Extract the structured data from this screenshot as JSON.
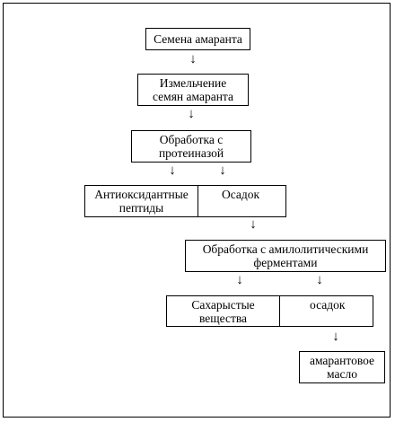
{
  "diagram": {
    "step1": "Семена амаранта",
    "step2": "Измельчение\nсемян амаранта",
    "step3": "Обработка с\nпротеиназой",
    "step4_left": "Антиоксидантные\nпептиды",
    "step4_right": "Осадок",
    "step5": "Обработка с амилолитическими\nферментами",
    "step6_left": "Сахарыстые\nвещества",
    "step6_right": "осадок",
    "step7": "амарантовое\nмасло",
    "arrow_glyph": "↓"
  }
}
